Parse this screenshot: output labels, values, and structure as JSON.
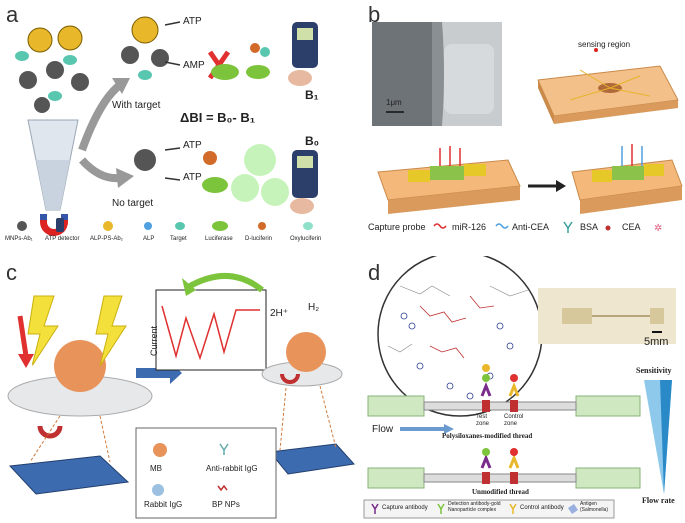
{
  "panel_a": {
    "label": "a",
    "atp": "ATP",
    "amp": "AMP",
    "with_target": "With target",
    "no_target": "No target",
    "formula": "ΔBI = B₀- B₁",
    "b1": "B₁",
    "b0": "B₀",
    "legend": [
      "MNPs-Ab₁",
      "ATP detector",
      "ALP-PS-Ab₂",
      "ALP",
      "Target",
      "Luciferase",
      "D-luciferin",
      "Oxyluciferin"
    ]
  },
  "panel_b": {
    "label": "b",
    "scale": "1μm",
    "sensing_region": "sensing region",
    "legend": [
      "Capture probe",
      "miR-126",
      "Anti-CEA",
      "BSA",
      "CEA"
    ]
  },
  "panel_c": {
    "label": "c",
    "current": "Current",
    "hplus": "H⁺",
    "reaction": "2H⁺",
    "h2": "H₂",
    "legend": [
      "MB",
      "Anti-rabbit IgG",
      "Rabbit IgG",
      "BP NPs"
    ]
  },
  "panel_d": {
    "label": "d",
    "scale": "5mm",
    "flow": "Flow",
    "test_zone": "Test zone",
    "control_zone": "Control zone",
    "modified_thread": "Polysiloxanes-modified thread",
    "unmodified_thread": "Unmodified thread",
    "sensitivity": "Sensitivity",
    "flow_rate": "Flow rate",
    "legend": [
      "Capture antibody",
      "Detection antibody-gold Nanoparticle complex",
      "Control antibody",
      "Antigen (Salmonella)"
    ]
  },
  "colors": {
    "gold": "#e8b82a",
    "bacteria": "#59c7b0",
    "luciferase": "#7cc43c",
    "red": "#e03030",
    "chip_orange": "#f2b07a",
    "thread_green": "#cfe8c2"
  }
}
